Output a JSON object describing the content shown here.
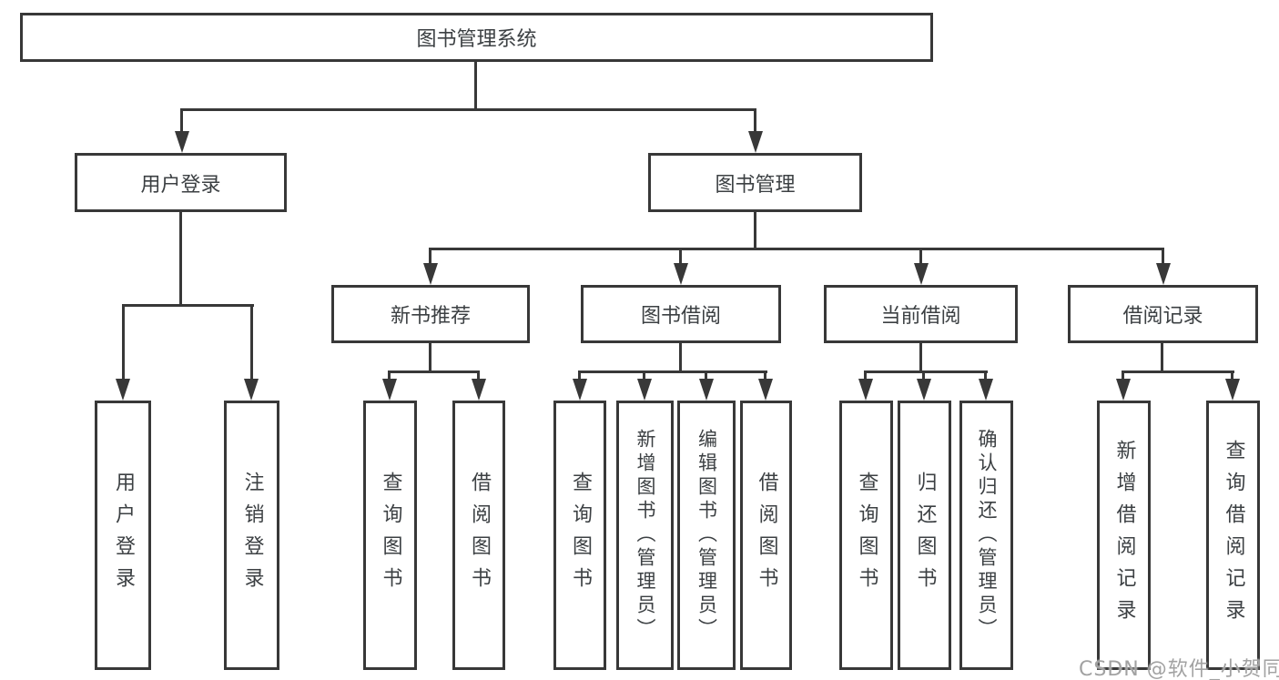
{
  "diagram_title": "图书管理系统",
  "tree": {
    "root": {
      "label": "图书管理系统"
    },
    "branches": [
      {
        "label": "用户登录",
        "children": [
          {
            "label": "用户登录"
          },
          {
            "label": "注销登录"
          }
        ]
      },
      {
        "label": "图书管理",
        "children": [
          {
            "label": "新书推荐",
            "children": [
              {
                "label": "查询图书"
              },
              {
                "label": "借阅图书"
              }
            ]
          },
          {
            "label": "图书借阅",
            "children": [
              {
                "label": "查询图书"
              },
              {
                "label": "新增图书（管理员）"
              },
              {
                "label": "编辑图书（管理员）"
              },
              {
                "label": "借阅图书"
              }
            ]
          },
          {
            "label": "当前借阅",
            "children": [
              {
                "label": "查询图书"
              },
              {
                "label": "归还图书"
              },
              {
                "label": "确认归还（管理员）"
              }
            ]
          },
          {
            "label": "借阅记录",
            "children": [
              {
                "label": "新增借阅记录"
              },
              {
                "label": "查询借阅记录"
              }
            ]
          }
        ]
      }
    ]
  },
  "watermark": {
    "text": "CSDN @软件_小贺同学"
  },
  "colors": {
    "line": "#383838",
    "text": "#3c4043",
    "watermark": "#a2a2a2",
    "background": "#ffffff"
  }
}
